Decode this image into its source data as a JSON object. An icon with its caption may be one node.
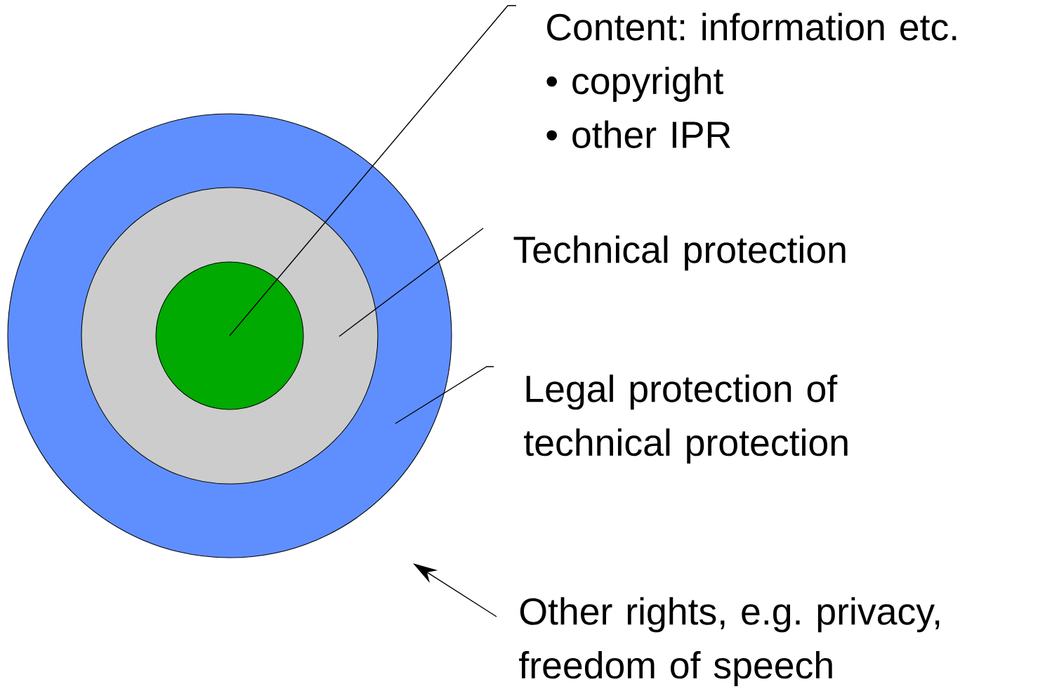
{
  "diagram": {
    "nodes": [
      {
        "text": [
          "Content: information etc.",
          "• copyright",
          "• other IPR"
        ]
      },
      {
        "text": [
          "Technical protection"
        ]
      },
      {
        "text": [
          "Legal protection of technical protection"
        ]
      },
      {
        "text": [
          "Other rights, e.g. privacy, freedom of speech"
        ]
      },
      {
        "text": [],
        "shape": "circle"
      },
      {
        "text": [],
        "shape": "circle",
        "in": 4
      },
      {
        "text": [],
        "shape": "circle",
        "in": 5
      }
    ],
    "edges": [
      {
        "from": 0,
        "to": 6,
        "arrow": "none"
      },
      {
        "from": 1,
        "to": 5,
        "arrow": "none"
      },
      {
        "from": 2,
        "to": 4,
        "arrow": "none"
      },
      {
        "from": 3,
        "to": null,
        "arrow": "to"
      }
    ]
  }
}
